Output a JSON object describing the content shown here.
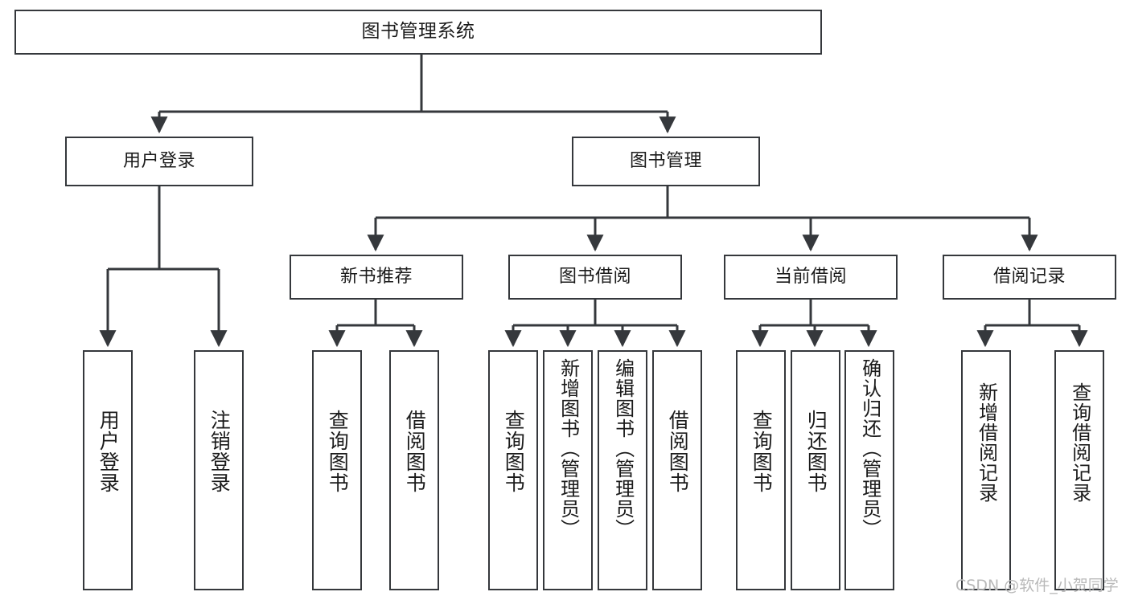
{
  "diagram": {
    "type": "tree-hierarchy",
    "orientation": "top-down",
    "title": "图书管理系统",
    "colors": {
      "node_border": "#35383c",
      "node_fill": "#ffffff",
      "edge": "#35383c",
      "text": "#1b1b1b",
      "background": "#ffffff",
      "watermark": "#b9b9b9"
    },
    "nodes": {
      "root": {
        "label": "图书管理系统"
      },
      "level2": [
        {
          "id": "user-login",
          "label": "用户登录"
        },
        {
          "id": "book-manage",
          "label": "图书管理"
        }
      ],
      "level3": [
        {
          "id": "new-book-recommend",
          "label": "新书推荐"
        },
        {
          "id": "book-borrow",
          "label": "图书借阅"
        },
        {
          "id": "current-borrow",
          "label": "当前借阅"
        },
        {
          "id": "borrow-record",
          "label": "借阅记录"
        }
      ],
      "leaves": {
        "user_login": [
          {
            "id": "leaf-user-login",
            "label": "用户登录"
          },
          {
            "id": "leaf-logout",
            "label": "注销登录"
          }
        ],
        "new_book_recommend": [
          {
            "id": "leaf-query-book-1",
            "label": "查询图书"
          },
          {
            "id": "leaf-borrow-book-1",
            "label": "借阅图书"
          }
        ],
        "book_borrow": [
          {
            "id": "leaf-query-book-2",
            "label": "查询图书"
          },
          {
            "id": "leaf-add-book",
            "label": "新增图书（管理员）"
          },
          {
            "id": "leaf-edit-book",
            "label": "编辑图书（管理员）"
          },
          {
            "id": "leaf-borrow-book-2",
            "label": "借阅图书"
          }
        ],
        "current_borrow": [
          {
            "id": "leaf-query-book-3",
            "label": "查询图书"
          },
          {
            "id": "leaf-return-book",
            "label": "归还图书"
          },
          {
            "id": "leaf-confirm-return",
            "label": "确认归还（管理员）"
          }
        ],
        "borrow_record": [
          {
            "id": "leaf-add-record",
            "label": "新增借阅记录"
          },
          {
            "id": "leaf-query-record",
            "label": "查询借阅记录"
          }
        ]
      }
    },
    "edges": [
      {
        "from": "图书管理系统",
        "to": "用户登录"
      },
      {
        "from": "图书管理系统",
        "to": "图书管理"
      },
      {
        "from": "用户登录",
        "to": "用户登录"
      },
      {
        "from": "用户登录",
        "to": "注销登录"
      },
      {
        "from": "图书管理",
        "to": "新书推荐"
      },
      {
        "from": "图书管理",
        "to": "图书借阅"
      },
      {
        "from": "图书管理",
        "to": "当前借阅"
      },
      {
        "from": "图书管理",
        "to": "借阅记录"
      },
      {
        "from": "新书推荐",
        "to": "查询图书"
      },
      {
        "from": "新书推荐",
        "to": "借阅图书"
      },
      {
        "from": "图书借阅",
        "to": "查询图书"
      },
      {
        "from": "图书借阅",
        "to": "新增图书（管理员）"
      },
      {
        "from": "图书借阅",
        "to": "编辑图书（管理员）"
      },
      {
        "from": "图书借阅",
        "to": "借阅图书"
      },
      {
        "from": "当前借阅",
        "to": "查询图书"
      },
      {
        "from": "当前借阅",
        "to": "归还图书"
      },
      {
        "from": "当前借阅",
        "to": "确认归还（管理员）"
      },
      {
        "from": "借阅记录",
        "to": "新增借阅记录"
      },
      {
        "from": "借阅记录",
        "to": "查询借阅记录"
      }
    ]
  },
  "watermark": {
    "text": "CSDN @软件_小贺同学"
  }
}
